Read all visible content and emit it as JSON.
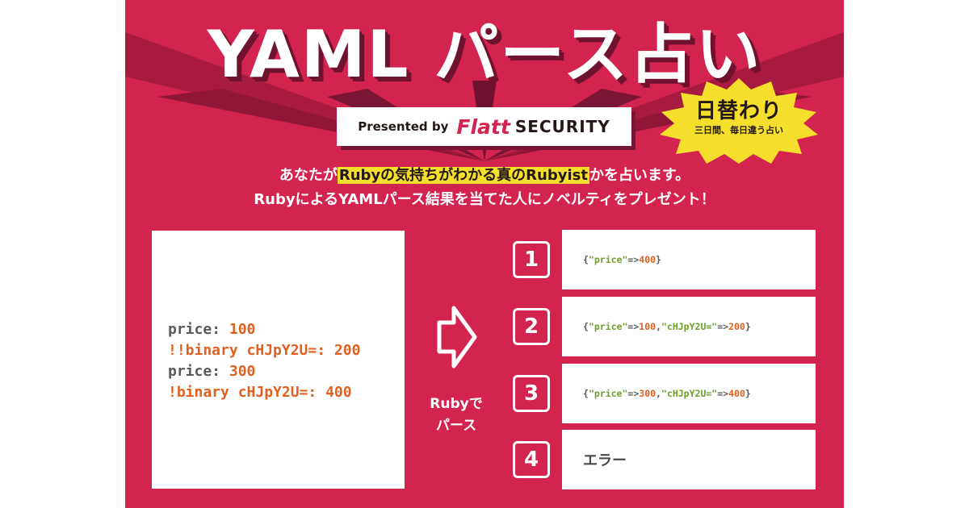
{
  "title": "YAML パース占い",
  "badge": {
    "main": "日替わり",
    "sub": "三日間、毎日違う占い"
  },
  "presented": {
    "label": "Presented by",
    "brand_flatt": "Flatt",
    "brand_security": "SECURITY"
  },
  "intro": {
    "line1_pre": "あなたが",
    "line1_hl1": "Rubyの気持ちがわかる真のRubyist",
    "line1_mid": "か",
    "line1_post": "を占います。",
    "line2": "RubyによるYAMLパース結果を当てた人にノベルティをプレゼント！"
  },
  "code": {
    "lines": [
      {
        "key": "price:",
        "val": "100"
      },
      {
        "key": "",
        "val": "!!binary cHJpY2U=: 200"
      },
      {
        "key": "price:",
        "val": "300"
      },
      {
        "key": "",
        "val": "!binary cHJpY2U=: 400"
      }
    ]
  },
  "arrow_label": {
    "line1": "Rubyで",
    "line2": "パース"
  },
  "options": [
    {
      "num": "1",
      "parts": [
        {
          "t": "{",
          "c": "k"
        },
        {
          "t": "\"price\"",
          "c": "g"
        },
        {
          "t": "=>",
          "c": "k"
        },
        {
          "t": "400",
          "c": "n"
        },
        {
          "t": "}",
          "c": "k"
        }
      ]
    },
    {
      "num": "2",
      "parts": [
        {
          "t": "{",
          "c": "k"
        },
        {
          "t": "\"price\"",
          "c": "g"
        },
        {
          "t": "=>",
          "c": "k"
        },
        {
          "t": "100",
          "c": "n"
        },
        {
          "t": ",",
          "c": "k"
        },
        {
          "t": "\"cHJpY2U=\"",
          "c": "g"
        },
        {
          "t": "=>",
          "c": "k"
        },
        {
          "t": "200",
          "c": "n"
        },
        {
          "t": "}",
          "c": "k"
        }
      ]
    },
    {
      "num": "3",
      "parts": [
        {
          "t": "{",
          "c": "k"
        },
        {
          "t": "\"price\"",
          "c": "g"
        },
        {
          "t": "=>",
          "c": "k"
        },
        {
          "t": "300",
          "c": "n"
        },
        {
          "t": ",",
          "c": "k"
        },
        {
          "t": "\"cHJpY2U=\"",
          "c": "g"
        },
        {
          "t": "=>",
          "c": "k"
        },
        {
          "t": "400",
          "c": "n"
        },
        {
          "t": "}",
          "c": "k"
        }
      ]
    },
    {
      "num": "4",
      "text": "エラー"
    }
  ],
  "colors": {
    "background": "#d3234f",
    "highlight": "#f5df2c",
    "code_key": "#5a5a5a",
    "code_value": "#e0611f",
    "string": "#6f9f2a"
  }
}
